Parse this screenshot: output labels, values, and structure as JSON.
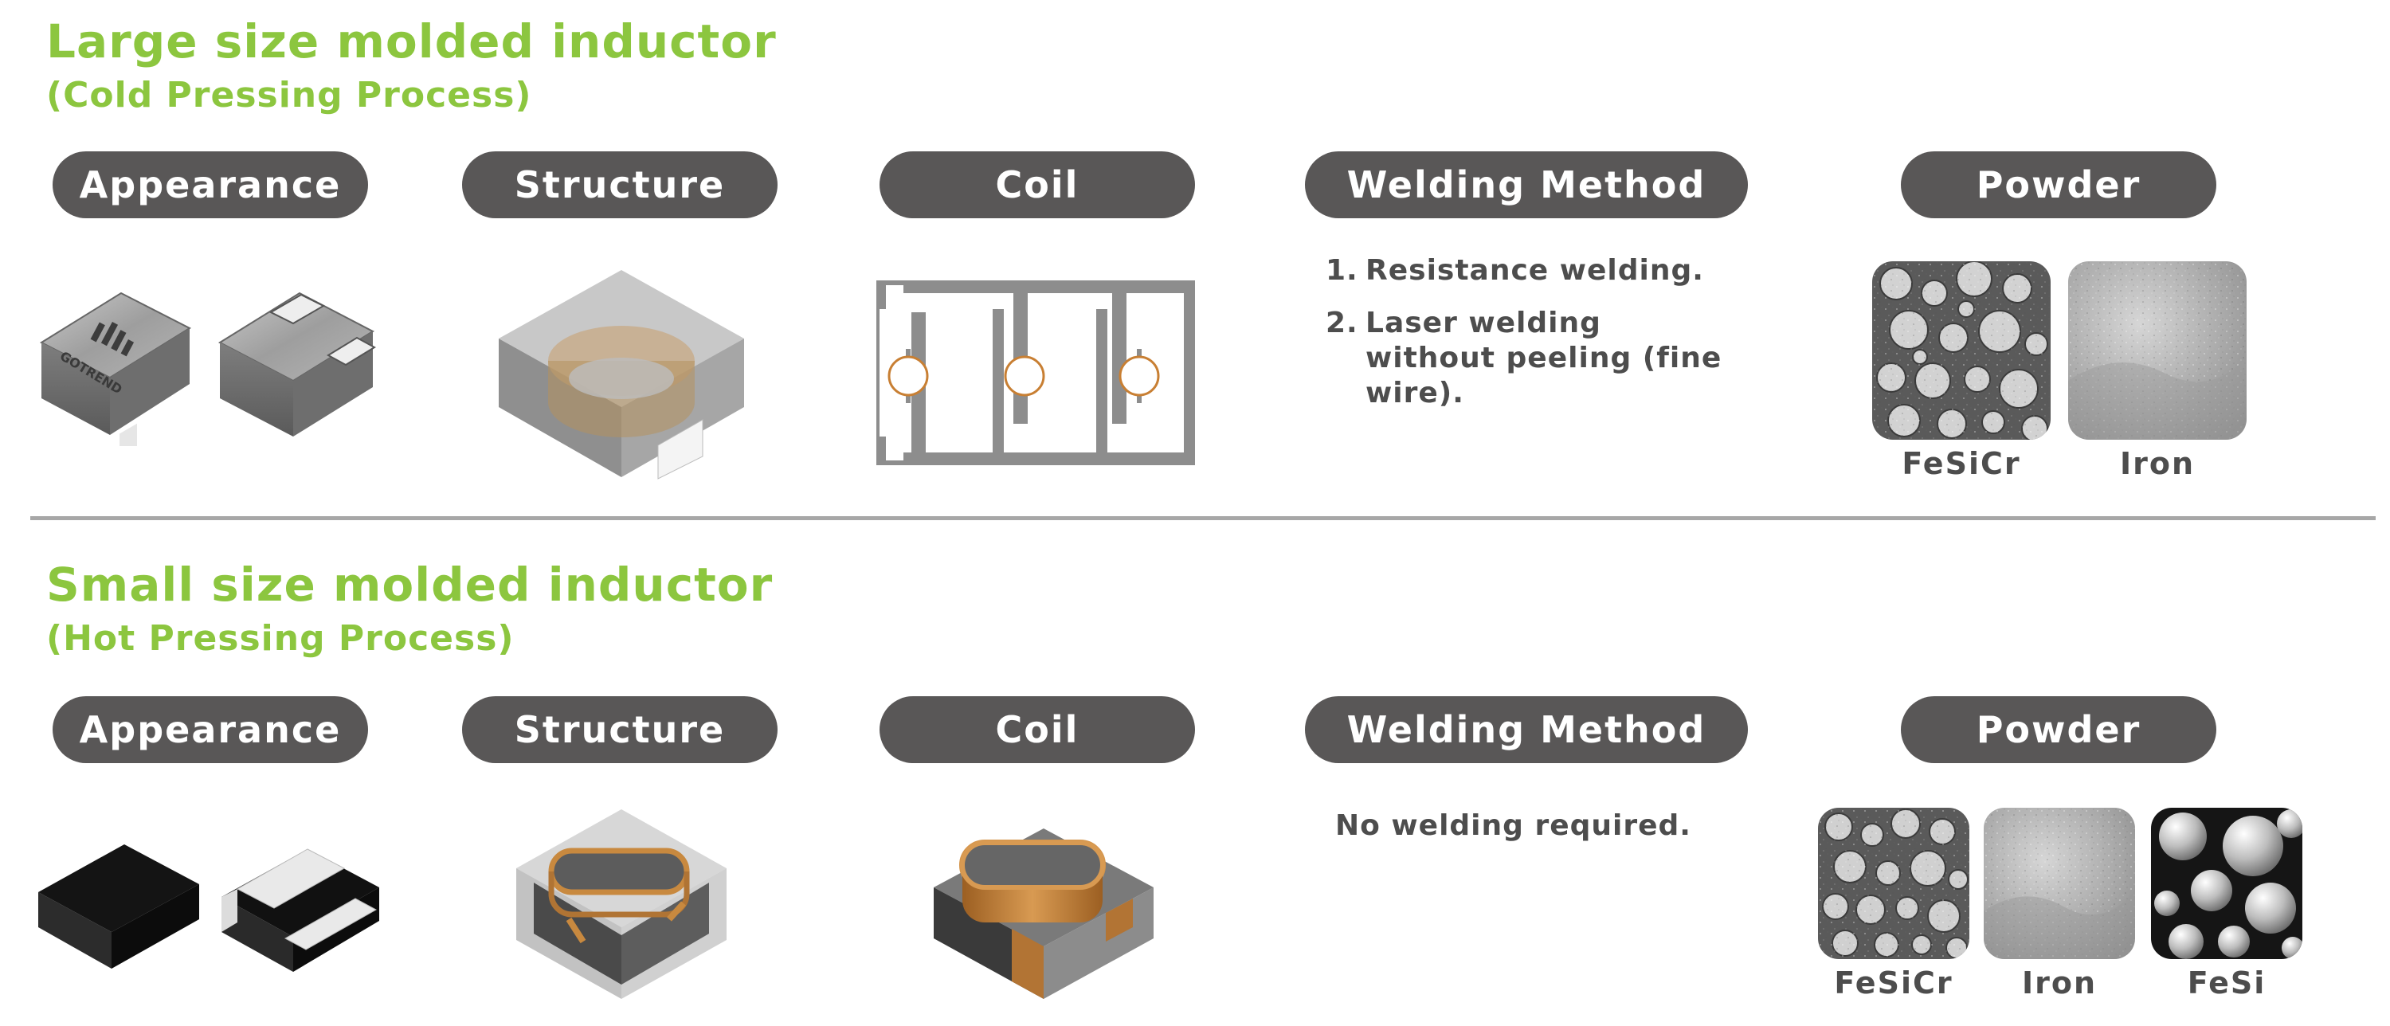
{
  "sections": {
    "large": {
      "title": "Large size molded inductor",
      "subtitle": "(Cold Pressing Process)",
      "headers": {
        "appearance": "Appearance",
        "structure": "Structure",
        "coil": "Coil",
        "welding": "Welding Method",
        "powder": "Powder"
      },
      "welding": [
        {
          "num": "1.",
          "text": "Resistance welding."
        },
        {
          "num": "2.",
          "text": "Laser welding without peeling (fine wire)."
        }
      ],
      "powders": [
        "FeSiCr",
        "Iron"
      ],
      "chip_marking": "GOTREND"
    },
    "small": {
      "title": "Small size molded inductor",
      "subtitle": "(Hot Pressing Process)",
      "headers": {
        "appearance": "Appearance",
        "structure": "Structure",
        "coil": "Coil",
        "welding": "Welding Method",
        "powder": "Powder"
      },
      "welding_text": "No welding required.",
      "powders": [
        "FeSiCr",
        "Iron",
        "FeSi"
      ]
    }
  },
  "colors": {
    "title_green": "#8cc63f",
    "pill_gray": "#595757",
    "text_gray": "#4d4d4d",
    "divider_gray": "#a7a7a7",
    "coil_copper": "#c87f33"
  }
}
